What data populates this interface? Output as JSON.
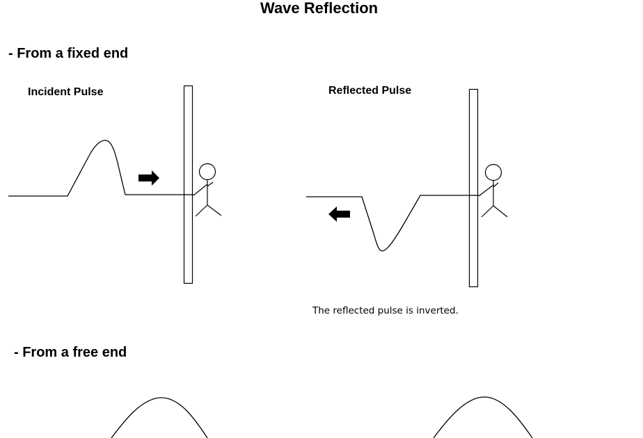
{
  "title": "Wave Reflection",
  "sections": {
    "fixed_end": {
      "heading": "- From a fixed end",
      "incident_label": "Incident Pulse",
      "reflected_label": "Reflected Pulse",
      "caption": "The reflected pulse is inverted."
    },
    "free_end": {
      "heading": "- From a free end"
    }
  },
  "icons": {
    "incident_direction": "arrow-right-icon",
    "reflected_direction": "arrow-left-icon",
    "holder": "stick-figure-icon"
  },
  "colors": {
    "ink": "#000000",
    "background": "#ffffff"
  }
}
